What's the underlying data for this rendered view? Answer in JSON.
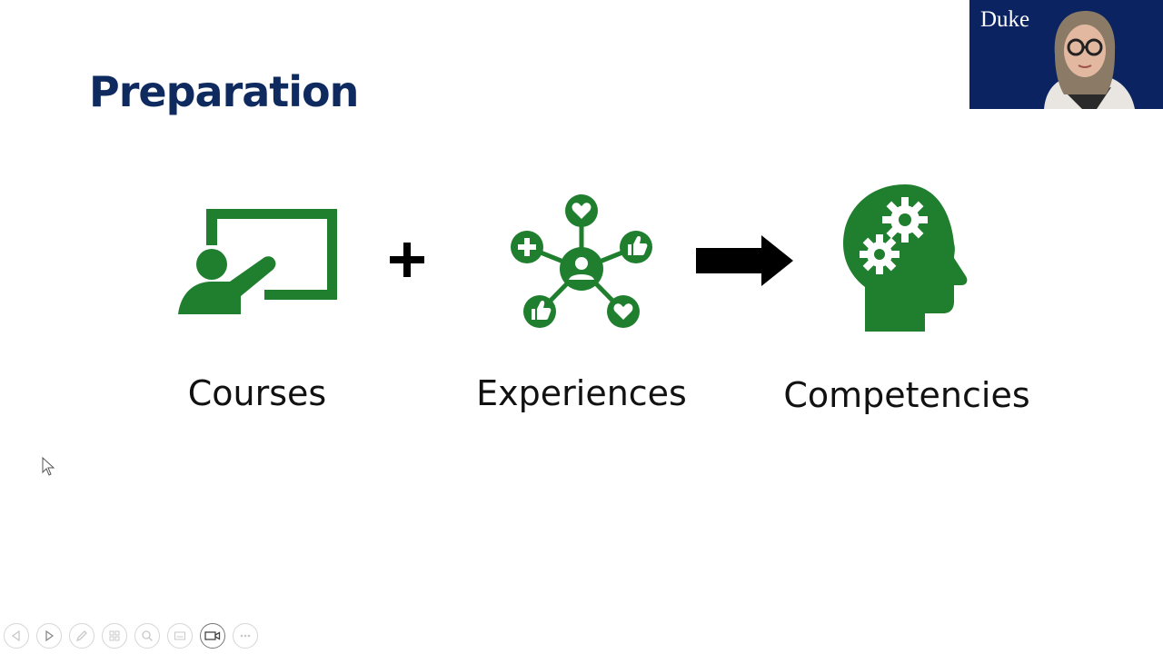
{
  "slide": {
    "title": "Preparation",
    "items": [
      {
        "label": "Courses",
        "icon": "teacher-board-icon"
      },
      {
        "label": "Experiences",
        "icon": "social-network-icon"
      },
      {
        "label": "Competencies",
        "icon": "head-gears-icon"
      }
    ],
    "operators": [
      "plus-icon",
      "arrow-right-icon"
    ]
  },
  "webcam": {
    "logo_text": "Duke"
  },
  "toolbar": {
    "buttons": [
      "previous-icon",
      "next-icon",
      "pen-icon",
      "slides-icon",
      "zoom-icon",
      "subtitles-icon",
      "camera-icon",
      "more-icon"
    ]
  },
  "colors": {
    "title": "#0f2a5e",
    "icon_green": "#1f7f2e",
    "webcam_bg": "#0b2461"
  }
}
